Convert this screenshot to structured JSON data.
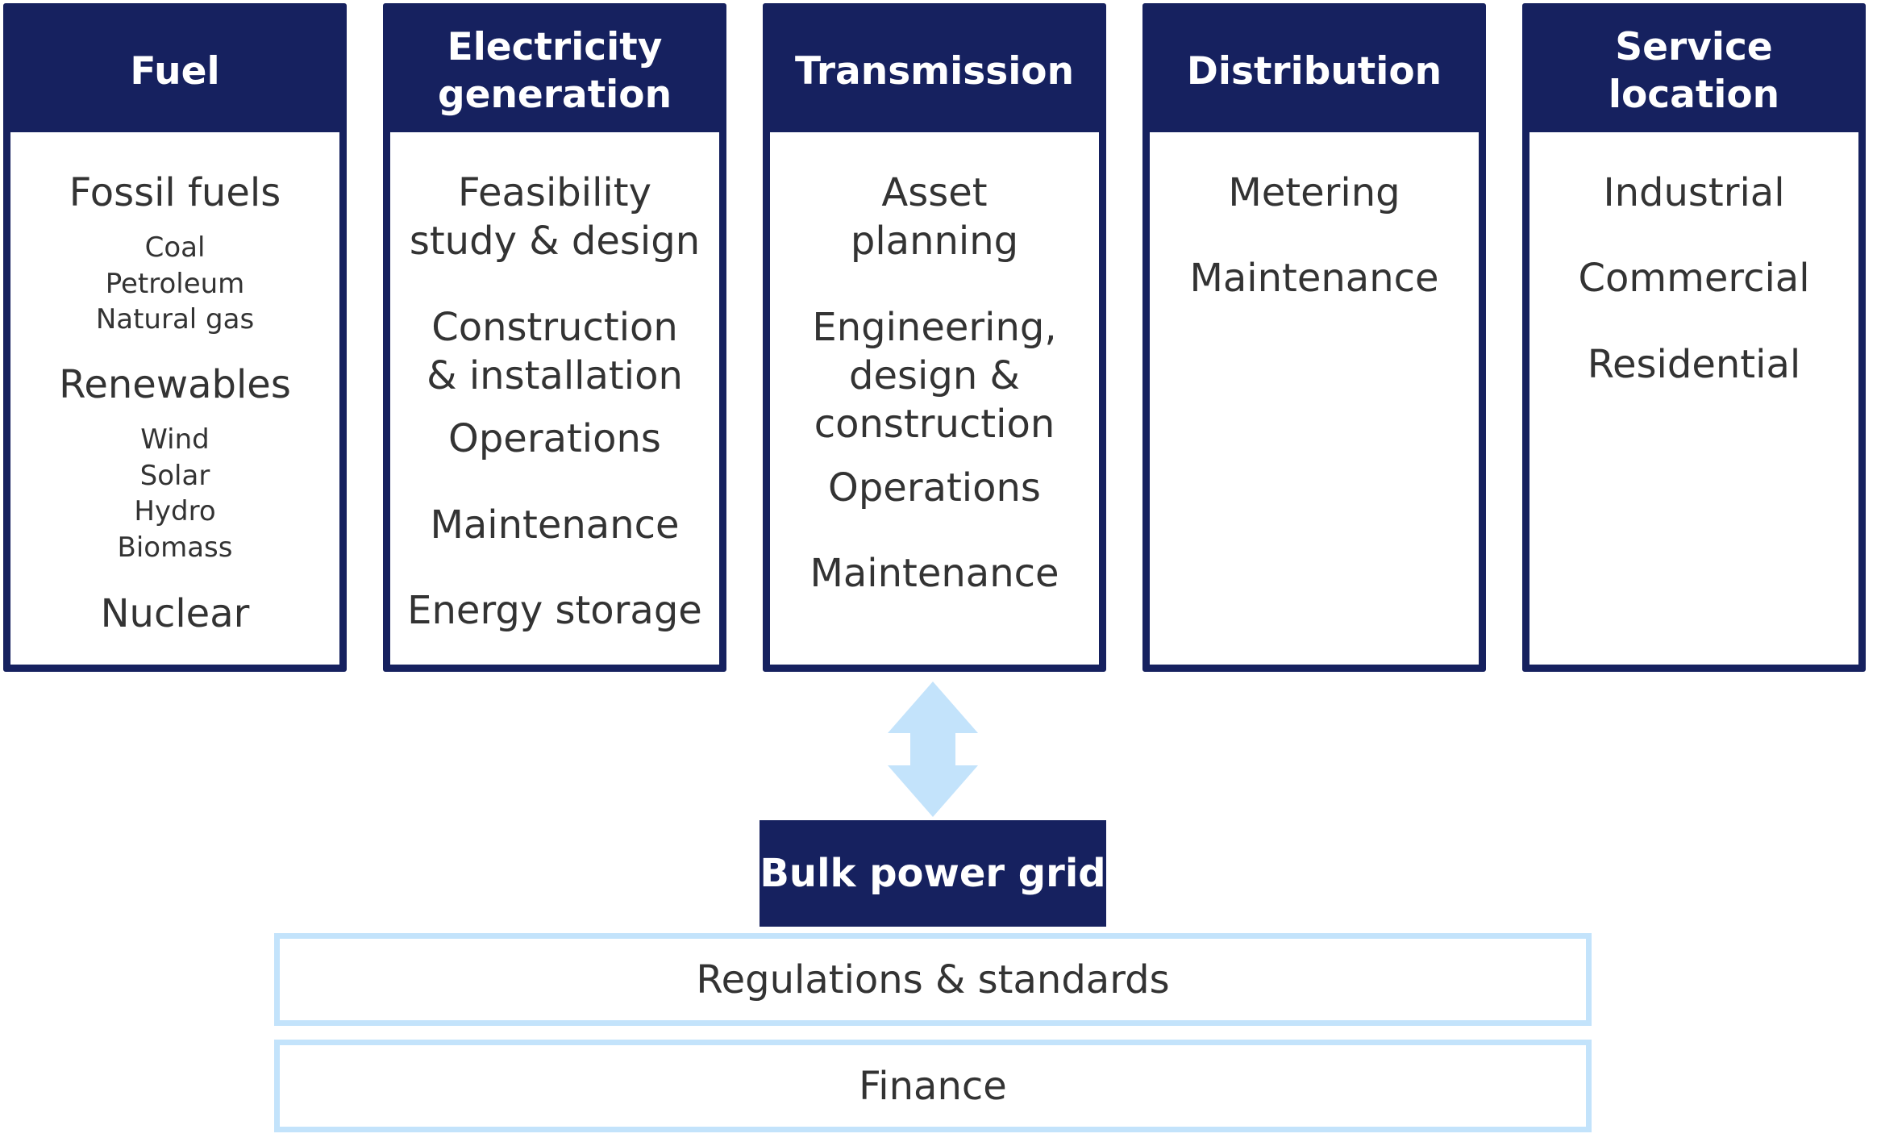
{
  "columns": [
    {
      "title": "Fuel",
      "items": [
        {
          "text": "Fossil fuels",
          "size": "large"
        },
        {
          "text": "Coal",
          "size": "small"
        },
        {
          "text": "Petroleum",
          "size": "small"
        },
        {
          "text": "Natural gas",
          "size": "small"
        },
        {
          "text": "Renewables",
          "size": "large"
        },
        {
          "text": "Wind",
          "size": "small"
        },
        {
          "text": "Solar",
          "size": "small"
        },
        {
          "text": "Hydro",
          "size": "small"
        },
        {
          "text": "Biomass",
          "size": "small"
        },
        {
          "text": "Nuclear",
          "size": "large"
        }
      ]
    },
    {
      "title": "Electricity\ngeneration",
      "items": [
        {
          "text": "Feasibility\nstudy & design",
          "size": "large"
        },
        {
          "text": "Construction\n& installation",
          "size": "large"
        },
        {
          "text": "Operations",
          "size": "large"
        },
        {
          "text": "Maintenance",
          "size": "large"
        },
        {
          "text": "Energy storage",
          "size": "large"
        }
      ]
    },
    {
      "title": "Transmission",
      "items": [
        {
          "text": "Asset\nplanning",
          "size": "large"
        },
        {
          "text": "Engineering,\ndesign &\nconstruction",
          "size": "large"
        },
        {
          "text": "Operations",
          "size": "large"
        },
        {
          "text": "Maintenance",
          "size": "large"
        }
      ]
    },
    {
      "title": "Distribution",
      "items": [
        {
          "text": "Metering",
          "size": "large"
        },
        {
          "text": "Maintenance",
          "size": "large"
        }
      ]
    },
    {
      "title": "Service location",
      "items": [
        {
          "text": "Industrial",
          "size": "large"
        },
        {
          "text": "Commercial",
          "size": "large"
        },
        {
          "text": "Residential",
          "size": "large"
        }
      ]
    }
  ],
  "bulk": {
    "label": "Bulk power grid"
  },
  "bands": {
    "regulations": "Regulations & standards",
    "finance": "Finance"
  },
  "colors": {
    "navy": "#16215f",
    "light_blue": "#c3e3fb",
    "text": "#333333"
  }
}
